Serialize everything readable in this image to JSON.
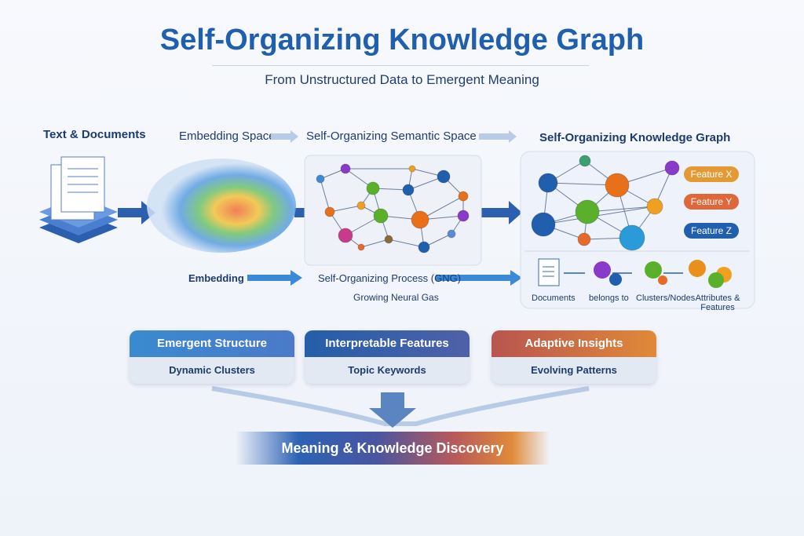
{
  "title": "Self-Organizing Knowledge Graph",
  "subtitle": "From Unstructured Data to Emergent Meaning",
  "stages": {
    "docs": "Text & Documents",
    "embedding_space": "Embedding Space",
    "semantic_space": "Self-Organizing Semantic Space",
    "knowledge_graph": "Self-Organizing Knowledge Graph"
  },
  "process": {
    "embedding": "Embedding",
    "gng": "Self-Organizing Process (GNG)",
    "gng_sub": "Growing Neural Gas"
  },
  "features": [
    {
      "label": "Feature X",
      "color": "#e39a35"
    },
    {
      "label": "Feature Y",
      "color": "#e0673a"
    },
    {
      "label": "Feature Z",
      "color": "#1f5fae"
    }
  ],
  "legend": [
    "Documents",
    "belongs to",
    "Clusters/Nodes",
    "Attributes & Features"
  ],
  "cards": [
    {
      "title": "Emergent Structure",
      "detail": "Dynamic Clusters"
    },
    {
      "title": "Interpretable Features",
      "detail": "Topic Keywords"
    },
    {
      "title": "Adaptive Insights",
      "detail": "Evolving Patterns"
    }
  ],
  "result": "Meaning & Knowledge Discovery"
}
